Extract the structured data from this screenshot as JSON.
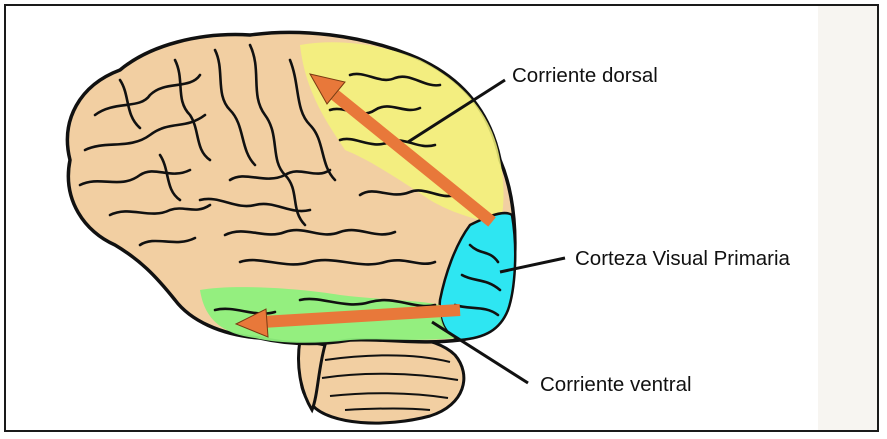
{
  "labels": {
    "dorsal": "Corriente dorsal",
    "visual": "Corteza Visual Primaria",
    "ventral": "Corriente ventral"
  },
  "colors": {
    "brain": "#f2cfa2",
    "dorsal_region": "#f3f37a",
    "visual_cortex": "#2ee6f2",
    "ventral_region": "#8ef07d",
    "arrow": "#e8783a",
    "outline": "#111111"
  }
}
